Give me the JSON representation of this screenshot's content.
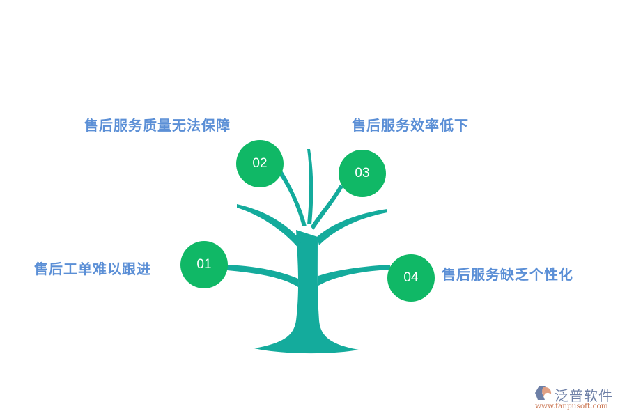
{
  "diagram": {
    "type": "tree-infographic",
    "colors": {
      "trunk": "#14ab9c",
      "node": "#10b866",
      "label": "#5b8fd6",
      "node_text": "#ffffff"
    },
    "nodes": [
      {
        "number": "01",
        "label": "售后工单难以跟进"
      },
      {
        "number": "02",
        "label": "售后服务质量无法保障"
      },
      {
        "number": "03",
        "label": "售后服务效率低下"
      },
      {
        "number": "04",
        "label": "售后服务缺乏个性化"
      }
    ]
  },
  "watermark": {
    "brand": "泛普软件",
    "url": "www.fanpusoft.com"
  }
}
